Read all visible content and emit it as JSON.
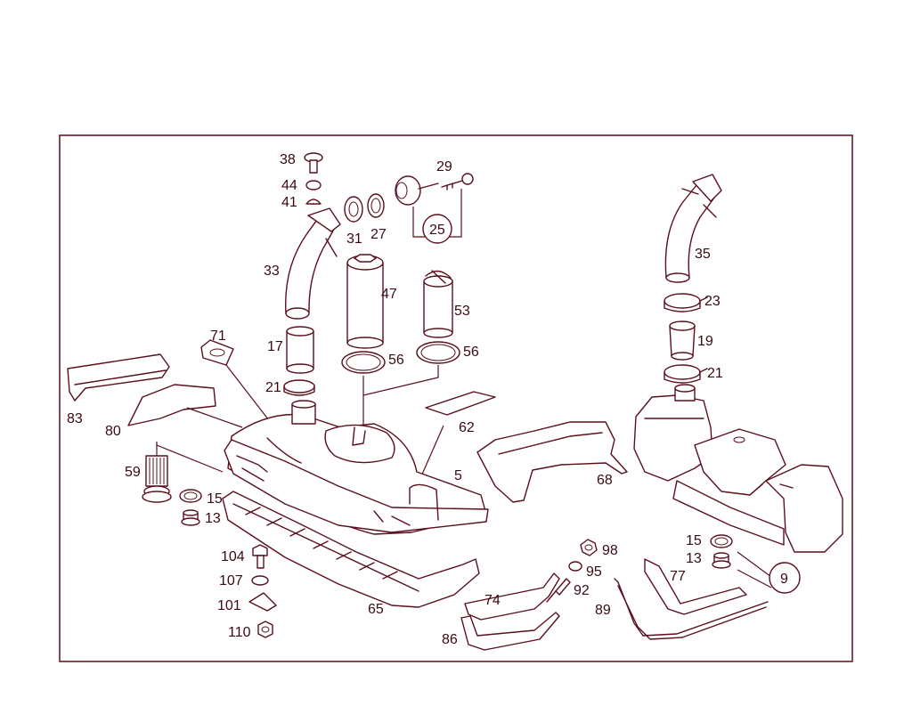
{
  "diagram": {
    "labels": [
      {
        "id": "38",
        "text": "38"
      },
      {
        "id": "44",
        "text": "44"
      },
      {
        "id": "41",
        "text": "41"
      },
      {
        "id": "31",
        "text": "31"
      },
      {
        "id": "27",
        "text": "27"
      },
      {
        "id": "29",
        "text": "29"
      },
      {
        "id": "25",
        "text": "25"
      },
      {
        "id": "33",
        "text": "33"
      },
      {
        "id": "47",
        "text": "47"
      },
      {
        "id": "53",
        "text": "53"
      },
      {
        "id": "17",
        "text": "17"
      },
      {
        "id": "21a",
        "text": "21"
      },
      {
        "id": "56a",
        "text": "56"
      },
      {
        "id": "56b",
        "text": "56"
      },
      {
        "id": "71",
        "text": "71"
      },
      {
        "id": "83",
        "text": "83"
      },
      {
        "id": "80",
        "text": "80"
      },
      {
        "id": "62",
        "text": "62"
      },
      {
        "id": "5",
        "text": "5"
      },
      {
        "id": "59",
        "text": "59"
      },
      {
        "id": "15a",
        "text": "15"
      },
      {
        "id": "13a",
        "text": "13"
      },
      {
        "id": "104",
        "text": "104"
      },
      {
        "id": "107",
        "text": "107"
      },
      {
        "id": "101",
        "text": "101"
      },
      {
        "id": "110",
        "text": "110"
      },
      {
        "id": "65",
        "text": "65"
      },
      {
        "id": "35",
        "text": "35"
      },
      {
        "id": "23",
        "text": "23"
      },
      {
        "id": "19",
        "text": "19"
      },
      {
        "id": "21b",
        "text": "21"
      },
      {
        "id": "68",
        "text": "68"
      },
      {
        "id": "98",
        "text": "98"
      },
      {
        "id": "95",
        "text": "95"
      },
      {
        "id": "92",
        "text": "92"
      },
      {
        "id": "74",
        "text": "74"
      },
      {
        "id": "86",
        "text": "86"
      },
      {
        "id": "89",
        "text": "89"
      },
      {
        "id": "77",
        "text": "77"
      },
      {
        "id": "15b",
        "text": "15"
      },
      {
        "id": "13b",
        "text": "13"
      },
      {
        "id": "9",
        "text": "9"
      }
    ],
    "colors": {
      "line": "#5a0f1c",
      "text": "#3a0a12",
      "background": "#ffffff"
    }
  }
}
